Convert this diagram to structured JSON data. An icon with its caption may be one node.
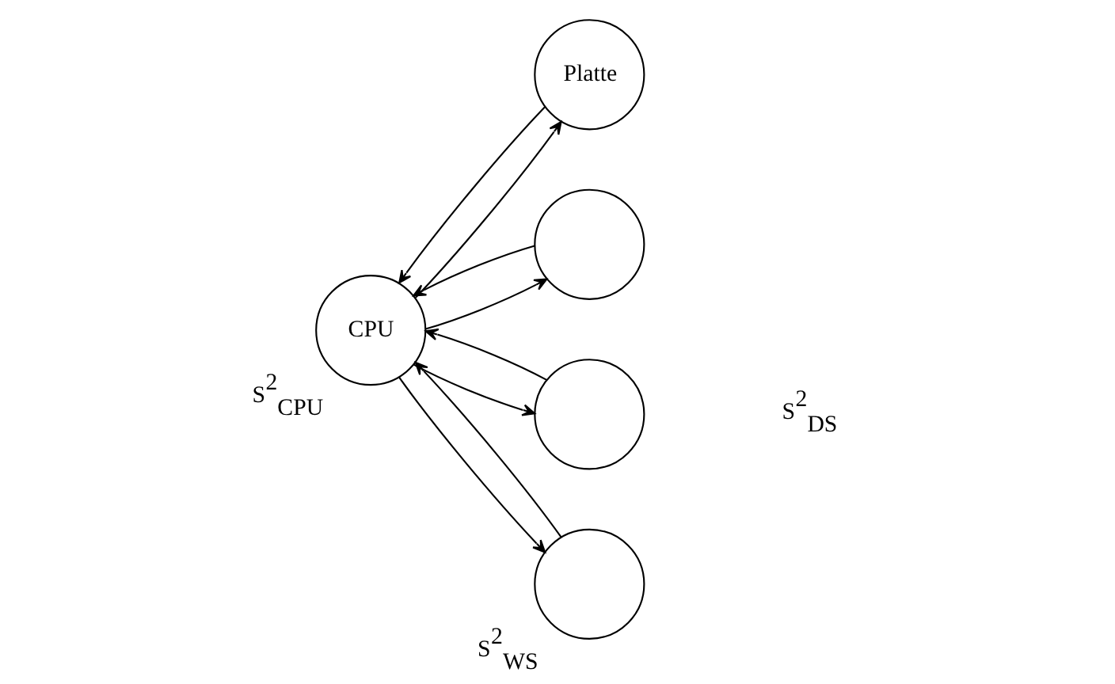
{
  "diagram": {
    "nodes": [
      {
        "text": [
          "CPU"
        ],
        "beside": [
          "S$^{2}$$_{CPU}$"
        ]
      },
      {
        "text": [
          "Platte"
        ]
      },
      {
        "text": [],
        "shape": "circle"
      },
      {
        "text": [],
        "shape": "circle"
      },
      {
        "text": [],
        "shape": "circle",
        "beside": [
          "S$^{2}$$_{WS}$"
        ]
      }
    ],
    "edges": [
      {
        "from": 0,
        "to": 2,
        "arrow": "to"
      },
      {
        "from": 0,
        "to": 3,
        "arrow": "to"
      },
      {
        "from": 0,
        "to": 1,
        "arrow": "to"
      },
      {
        "from": 0,
        "to": 4,
        "arrow": "to"
      },
      {
        "from": 1,
        "to": 0,
        "arrow": "to"
      },
      {
        "from": 4,
        "to": 0,
        "arrow": "to"
      },
      {
        "from": 2,
        "to": 0,
        "arrow": "to"
      },
      {
        "from": 3,
        "to": 0,
        "arrow": "to"
      }
    ],
    "labels": [
      "S$^{2}$$_{DS}$"
    ]
  }
}
